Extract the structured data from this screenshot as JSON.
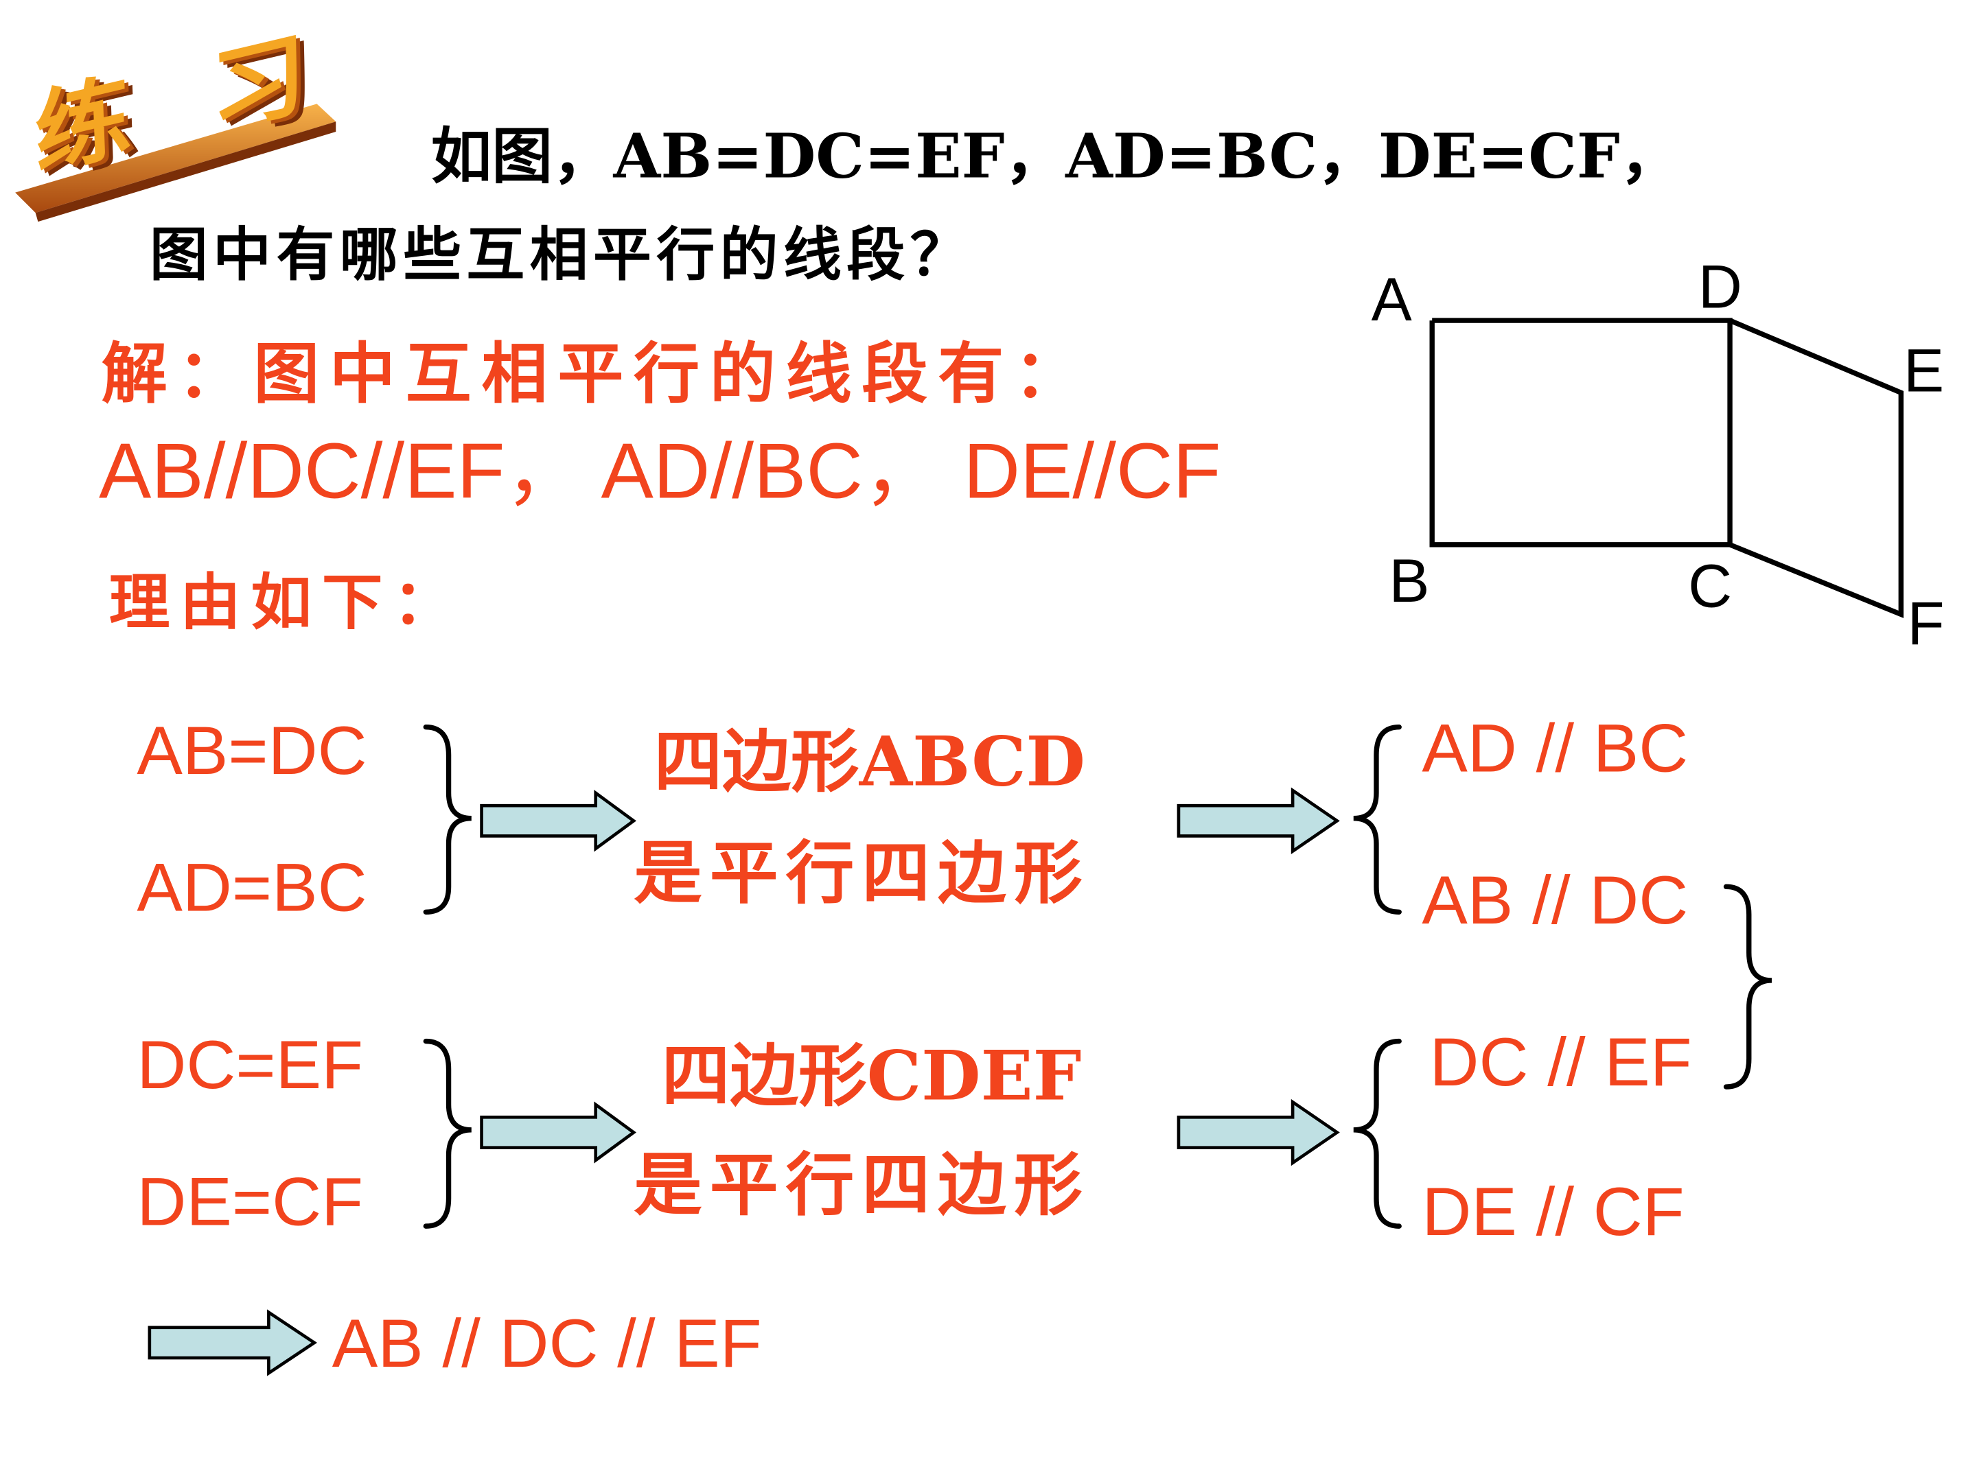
{
  "badge": {
    "text": "练 习"
  },
  "question": {
    "line1": "如图，AB=DC=EF，AD=BC，DE=CF，",
    "line2": "图中有哪些互相平行的线段？"
  },
  "answer": {
    "intro": "解：图中互相平行的线段有：",
    "result": "AB//DC//EF， AD//BC， DE//CF",
    "reason_label": "理由如下："
  },
  "figure": {
    "labels": {
      "A": "A",
      "B": "B",
      "C": "C",
      "D": "D",
      "E": "E",
      "F": "F"
    }
  },
  "flow": {
    "group1": {
      "cond1": "AB=DC",
      "cond2": "AD=BC",
      "mid1": "四边形ABCD",
      "mid2": "是平行四边形",
      "res1": "AD // BC",
      "res2": "AB // DC"
    },
    "group2": {
      "cond1": "DC=EF",
      "cond2": "DE=CF",
      "mid1": "四边形CDEF",
      "mid2": "是平行四边形",
      "res1": "DC // EF",
      "res2": "DE // CF"
    },
    "conclusion": "AB //  DC // EF"
  },
  "colors": {
    "answer_red": "#f2441d",
    "arrow_fill": "#bfe0e3",
    "badge_orange": "#f0a020"
  }
}
